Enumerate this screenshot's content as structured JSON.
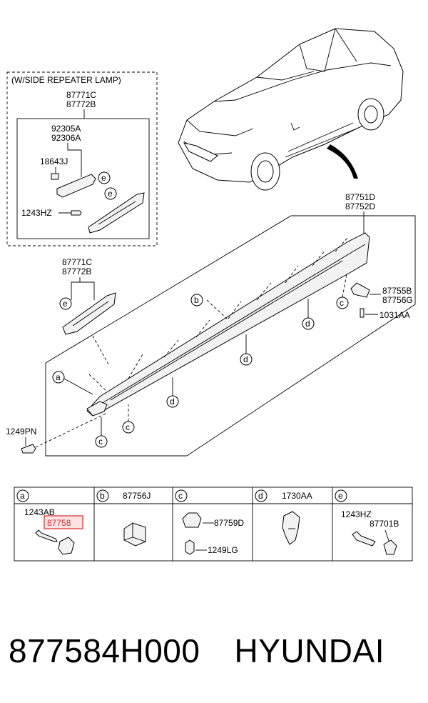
{
  "inset_title": "(W/SIDE REPEATER LAMP)",
  "labels": {
    "inset_lamp_assy": [
      "87771C",
      "87772B"
    ],
    "inset_lamp": [
      "92305A",
      "92306A"
    ],
    "inset_bulb": "18643J",
    "inset_screw": "1243HZ",
    "garnish": [
      "87771C",
      "87772B"
    ],
    "moulding": [
      "87751D",
      "87752D"
    ],
    "end_bracket": [
      "87755B",
      "87756G"
    ],
    "end_clip": "1031AA",
    "left_screw": "1249PN"
  },
  "callout_letters": [
    "a",
    "b",
    "c",
    "d",
    "e"
  ],
  "table": {
    "columns": [
      {
        "letter": "a",
        "header": ""
      },
      {
        "letter": "b",
        "header": "87756J"
      },
      {
        "letter": "c",
        "header": ""
      },
      {
        "letter": "d",
        "header": "1730AA"
      },
      {
        "letter": "e",
        "header": ""
      }
    ],
    "cell_labels": {
      "a_top": "1243AB",
      "a_highlight": "87758",
      "c_top": "87759D",
      "c_bottom": "1249LG",
      "e_left": "1243HZ",
      "e_right": "87701B"
    }
  },
  "footer": {
    "part_number": "877584H000",
    "brand": "HYUNDAI"
  }
}
